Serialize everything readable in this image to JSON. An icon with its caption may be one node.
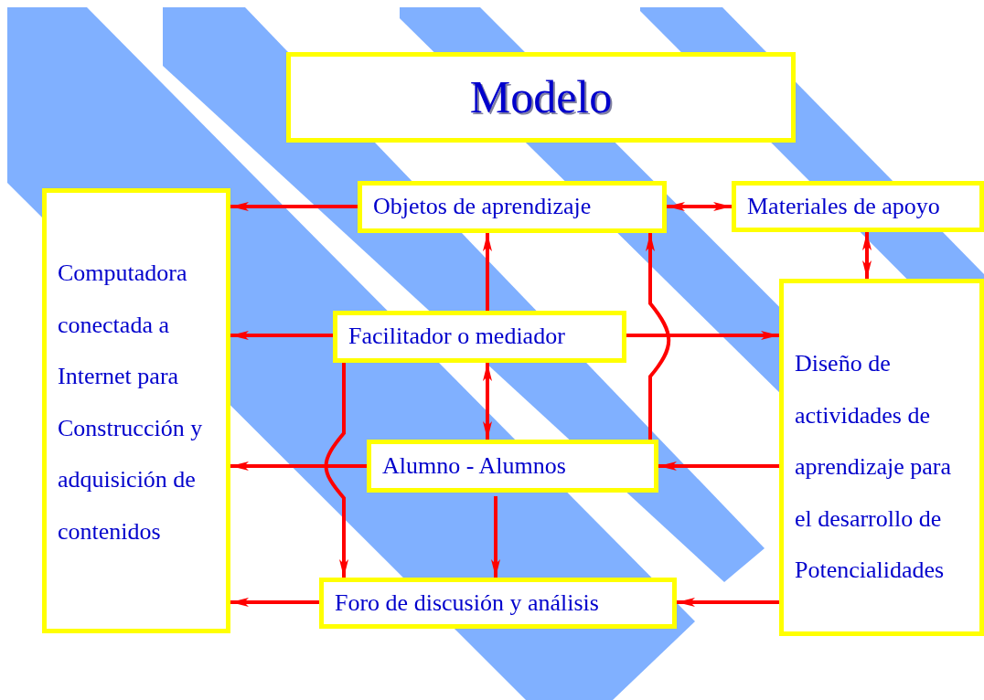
{
  "diagram": {
    "nodes": [
      {
        "text": [
          "Modelo"
        ]
      },
      {
        "text": [
          "Computadora conectada a Internet para Construcción y adquisición de contenidos"
        ]
      },
      {
        "text": [
          "Objetos de aprendizaje"
        ]
      },
      {
        "text": [
          "Materiales de apoyo"
        ]
      },
      {
        "text": [
          "Facilitador o mediador"
        ]
      },
      {
        "text": [
          "Diseño de actividades de aprendizaje para el desarrollo de Potencialidades"
        ]
      },
      {
        "text": [
          "Alumno - Alumnos"
        ]
      },
      {
        "text": [
          "Foro de discusión y análisis"
        ]
      }
    ],
    "edges": [
      {
        "from": 2,
        "to": 1,
        "arrow": "to"
      },
      {
        "from": 2,
        "to": 3,
        "arrow": "both"
      },
      {
        "from": 3,
        "to": 5,
        "arrow": "both"
      },
      {
        "from": 4,
        "to": 2,
        "arrow": "to"
      },
      {
        "from": 4,
        "to": 1,
        "arrow": "to"
      },
      {
        "from": 4,
        "to": 5,
        "arrow": "to"
      },
      {
        "from": 4,
        "to": 6,
        "arrow": "both"
      },
      {
        "from": 4,
        "to": 7,
        "arrow": "to"
      },
      {
        "from": 6,
        "to": 2,
        "arrow": "to"
      },
      {
        "from": 6,
        "to": 1,
        "arrow": "to"
      },
      {
        "from": 5,
        "to": 6,
        "arrow": "to"
      },
      {
        "from": 6,
        "to": 7,
        "arrow": "to"
      },
      {
        "from": 7,
        "to": 1,
        "arrow": "to"
      },
      {
        "from": 5,
        "to": 7,
        "arrow": "to"
      }
    ]
  }
}
